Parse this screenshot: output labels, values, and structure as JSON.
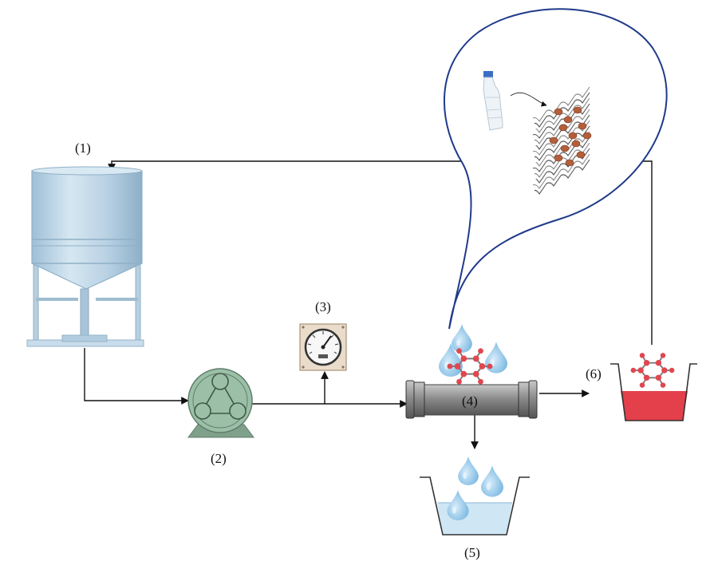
{
  "labels": {
    "tank": "(1)",
    "pump": "(2)",
    "gauge": "(3)",
    "membrane": "(4)",
    "permeate": "(5)",
    "retentate": "(6)"
  },
  "colors": {
    "tank": "#b9d3e3",
    "pump": "#93b79f",
    "membrane_module": "#8e8e8e",
    "permeate_water": "#cfe6f5",
    "water_drop": "#8fc3e6",
    "retentate_liquid": "#e3404b",
    "molecule": "#e0474f",
    "callout_outline": "#1f3a8a",
    "fiber_particle": "#b45f3b"
  },
  "icons": {
    "tank": "feed-tank-icon",
    "pump": "pump-icon",
    "gauge": "pressure-gauge-icon",
    "membrane": "membrane-module-icon",
    "permeate": "permeate-container-icon",
    "retentate": "retentate-container-icon",
    "bottle": "plastic-bottle-icon",
    "fibers": "nanofiber-membrane-icon",
    "molecule": "dye-molecule-icon",
    "drop": "water-drop-icon"
  }
}
